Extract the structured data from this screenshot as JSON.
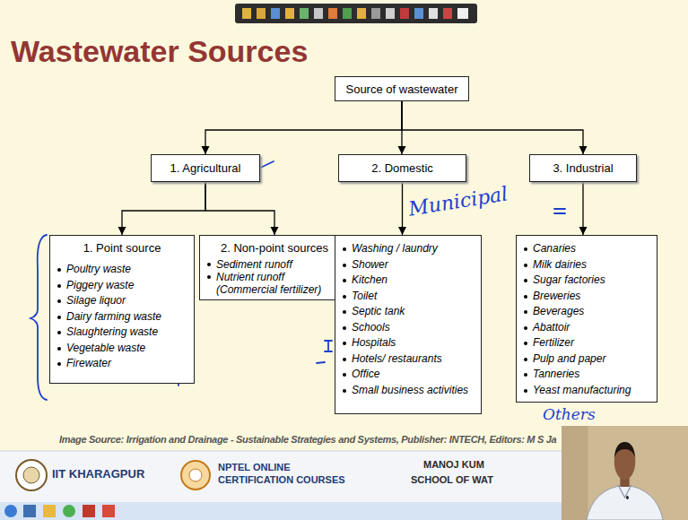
{
  "diagram": {
    "title": "Wastewater Sources",
    "caption": "Image Source: Irrigation and Drainage - Sustainable Strategies and Systems, Publisher: INTECH, Editors: M S Ja",
    "nodes": [
      {
        "text": [
          "Source of wastewater"
        ]
      },
      {
        "text": [
          "1. Agricultural"
        ]
      },
      {
        "text": [
          "2. Domestic"
        ]
      },
      {
        "text": [
          "3. Industrial"
        ]
      },
      {
        "text": [
          "1. Point source",
          "Poultry waste",
          "Piggery waste",
          "Silage liquor",
          "Dairy farming waste",
          "Slaughtering waste",
          "Vegetable waste",
          "Firewater"
        ]
      },
      {
        "text": [
          "2. Non-point sources",
          "Sediment runoff",
          "Nutrient runoff (Commercial fertilizer)"
        ]
      },
      {
        "text": [
          "Washing / laundry",
          "Shower",
          "Kitchen",
          "Toilet",
          "Septic tank",
          "Schools",
          "Hospitals",
          "Hotels/ restaurants",
          "Office",
          "Small business activities"
        ]
      },
      {
        "text": [
          "Canaries",
          "Milk dairies",
          "Sugar factories",
          "Breweries",
          "Beverages",
          "Abattoir",
          "Fertilizer",
          "Pulp and paper",
          "Tanneries",
          "Yeast manufacturing"
        ]
      }
    ],
    "edges": [
      {
        "from": 0,
        "to": 1,
        "arrow": "to"
      },
      {
        "from": 0,
        "to": 2,
        "arrow": "to"
      },
      {
        "from": 0,
        "to": 3,
        "arrow": "to"
      },
      {
        "from": 1,
        "to": 4,
        "arrow": "to"
      },
      {
        "from": 1,
        "to": 5,
        "arrow": "to"
      },
      {
        "from": 2,
        "to": 6,
        "arrow": "to"
      },
      {
        "from": 3,
        "to": 7,
        "arrow": "to"
      }
    ],
    "labels": [
      "Municipal",
      "Others",
      "IIT KHARAGPUR",
      "NPTEL ONLINE CERTIFICATION COURSES",
      "MANOJ KUM",
      "SCHOOL OF WAT"
    ]
  }
}
